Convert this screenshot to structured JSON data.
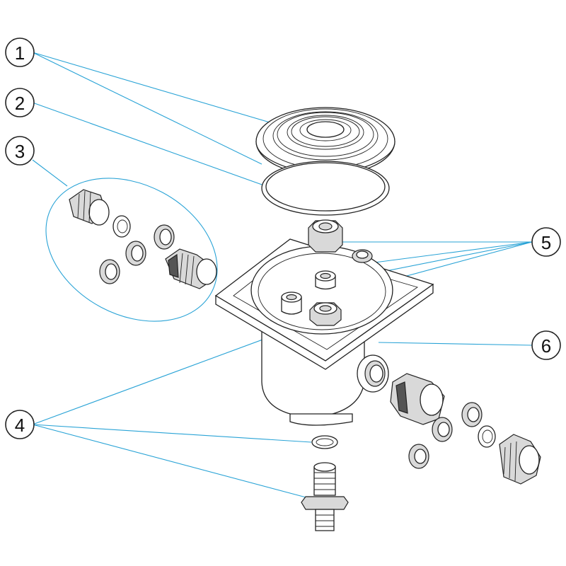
{
  "callouts": [
    {
      "id": "callout-1",
      "label": "1"
    },
    {
      "id": "callout-2",
      "label": "2"
    },
    {
      "id": "callout-3",
      "label": "3"
    },
    {
      "id": "callout-4",
      "label": "4"
    },
    {
      "id": "callout-5",
      "label": "5"
    },
    {
      "id": "callout-6",
      "label": "6"
    }
  ],
  "colors": {
    "leader_line": "#29a3d6",
    "outline": "#222222",
    "background": "#ffffff"
  }
}
